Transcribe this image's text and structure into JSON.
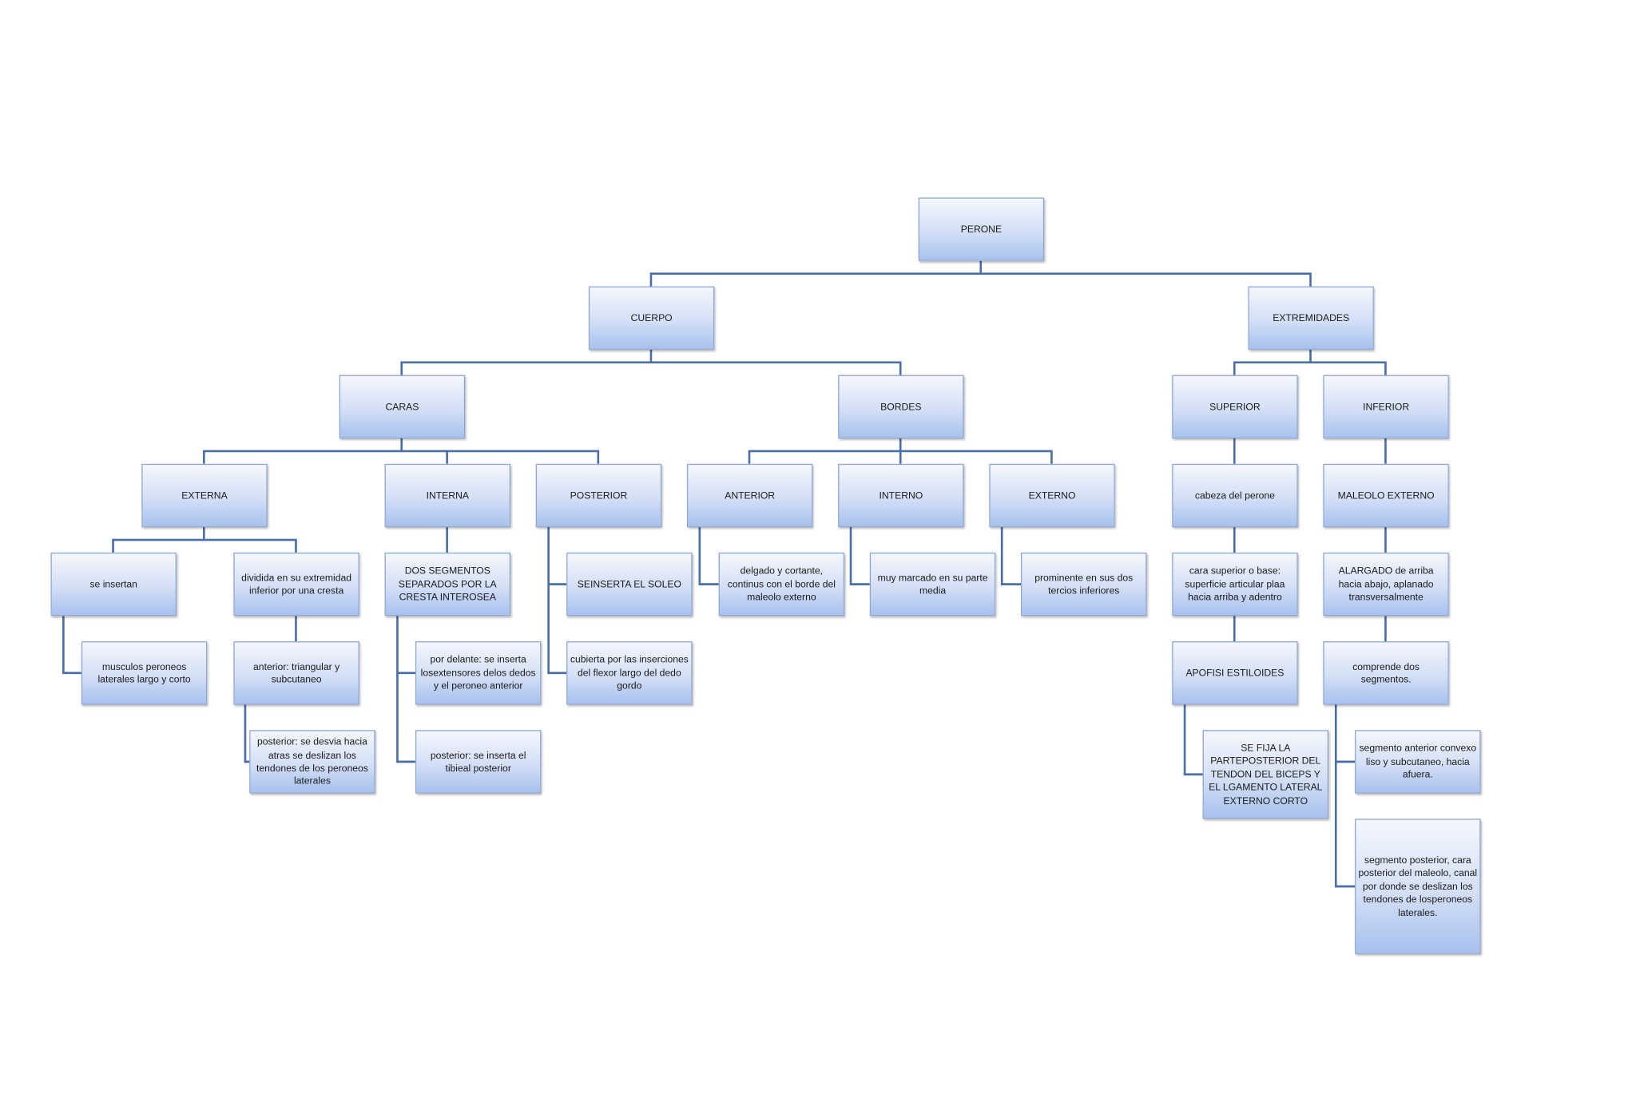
{
  "colors": {
    "connector": "#4a6fa8",
    "box_top": "#f4f7fd",
    "box_bottom": "#a8c1ee",
    "box_border": "#8fa7d7"
  },
  "nodes": {
    "perone": "PERONE",
    "cuerpo": "CUERPO",
    "extremidades": "EXTREMIDADES",
    "caras": "CARAS",
    "bordes": "BORDES",
    "superior": "SUPERIOR",
    "inferior": "INFERIOR",
    "externa": "EXTERNA",
    "interna": "INTERNA",
    "posterior": "POSTERIOR",
    "anterior": "ANTERIOR",
    "interno": "INTERNO",
    "externo": "EXTERNO",
    "cabeza": "cabeza del perone",
    "maleolo": "MALEOLO EXTERNO",
    "se_insertan": "se insertan",
    "dividida": "dividida en su extremidad inferior por una cresta",
    "dos_segmentos": "DOS SEGMENTOS SEPARADOS POR LA CRESTA INTEROSEA",
    "soleo": "SEINSERTA EL SOLEO",
    "delgado": "delgado y cortante, continus con el borde del maleolo externo",
    "muy_marcado": "muy marcado en su parte media",
    "prominente": "prominente en sus dos tercios inferiores",
    "cara_superior": "cara superior o base: superficie articular plaa hacia arriba y adentro",
    "alargado": "ALARGADO de arriba hacia abajo, aplanado transversalmente",
    "musculos": "musculos peroneos laterales largo y corto",
    "anterior_triangular": "anterior: triangular y subcutaneo",
    "por_delante": "por delante: se inserta losextensores delos dedos y el peroneo anterior",
    "cubierta": "cubierta por las inserciones del flexor largo del dedo gordo",
    "apofisis": "APOFISI ESTILOIDES",
    "comprende": "comprende dos segmentos.",
    "posterior_desvia": "posterior: se desvia hacia atras se deslizan los tendones de los peroneos laterales",
    "posterior_tibial": "posterior: se inserta el tibieal posterior",
    "se_fija": "SE FIJA LA PARTEPOSTERIOR DEL TENDON DEL BICEPS Y EL LGAMENTO LATERAL EXTERNO CORTO",
    "segmento_anterior": "segmento anterior convexo liso y subcutaneo, hacia afuera.",
    "segmento_posterior": "segmento posterior, cara posterior del maleolo, canal por donde se deslizan los tendones de losperoneos laterales."
  }
}
